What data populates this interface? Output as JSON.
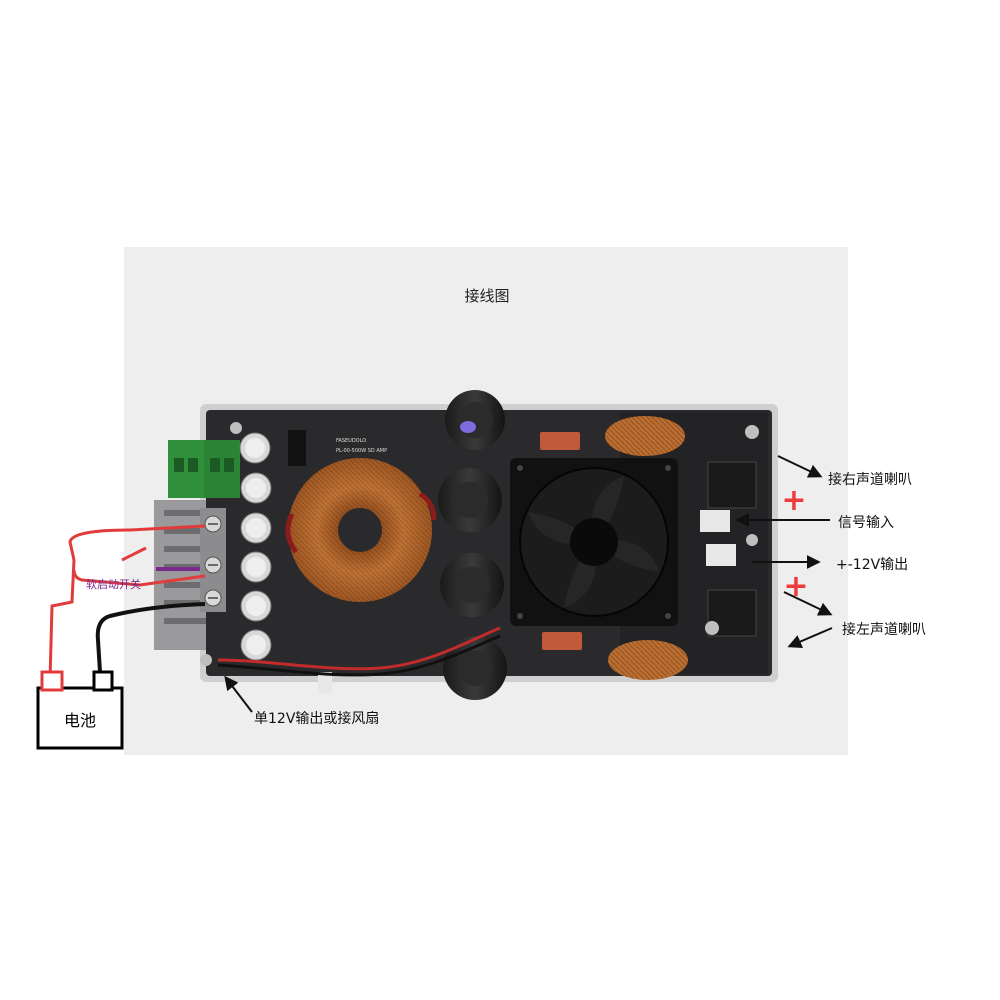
{
  "title": "接线图",
  "labels": {
    "right_speaker": "接右声道喇叭",
    "signal_input": "信号输入",
    "pm12v_output": "+-12V输出",
    "left_speaker": "接左声道喇叭",
    "single_12v": "单12V输出或接风扇",
    "soft_start": "软启动开关",
    "battery": "电池"
  },
  "symbols": {
    "plus_right": "+",
    "plus_left": "+"
  },
  "pcb_text": {
    "brand": "FASEUDOLO",
    "model": "PL-00-500W SD AMP"
  },
  "colors": {
    "photo_bg": "#eeeeee",
    "pcb": "#2a2a2c",
    "copper": "#b8692e",
    "red_wire": "#e23b3b",
    "black_wire": "#111111",
    "purple": "#7a2a8c",
    "plus_red": "#ee3b3b",
    "terminal_green": "#2f8f3a"
  },
  "icons": [
    "arrow-icon",
    "plus-icon",
    "fan-icon",
    "capacitor-icon",
    "toroid-coil-icon",
    "terminal-block-icon",
    "battery-icon"
  ]
}
